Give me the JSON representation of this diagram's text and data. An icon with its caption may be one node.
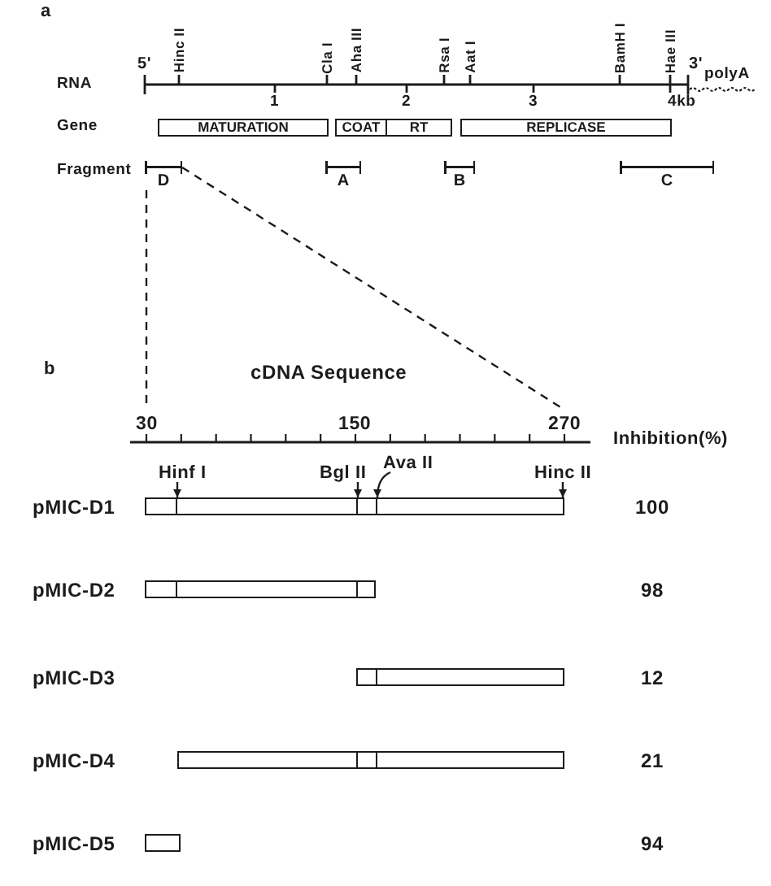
{
  "diagram": {
    "nodes": [
      {
        "text": [
          "MATURATION"
        ]
      },
      {
        "text": [
          "COAT"
        ]
      },
      {
        "text": [
          "RT"
        ]
      },
      {
        "text": [
          "REPLICASE"
        ]
      },
      {
        "text": [
          "D"
        ]
      },
      {
        "text": [
          "A"
        ]
      },
      {
        "text": [
          "B"
        ]
      },
      {
        "text": [
          "C"
        ]
      },
      {
        "text": [
          "30",
          "150",
          "270"
        ]
      },
      {
        "text": [
          "Hinf I"
        ]
      },
      {
        "text": [
          "Bgl II"
        ]
      },
      {
        "text": [
          "Ava II"
        ]
      },
      {
        "text": [
          "Hinc II"
        ]
      },
      {
        "text": [],
        "shape": "box",
        "beside": [
          "pMIC-D1"
        ]
      },
      {
        "text": [],
        "shape": "box",
        "beside": [
          "pMIC-D2"
        ]
      },
      {
        "text": [],
        "shape": "box"
      },
      {
        "text": [],
        "shape": "box",
        "beside": [
          "pMIC-D4"
        ]
      },
      {
        "text": [],
        "shape": "box",
        "beside": [
          "pMIC-D5"
        ]
      }
    ],
    "edges": [
      {
        "from": 4,
        "to": 8,
        "arrow": "none",
        "style": "dashed"
      },
      {
        "from": 4,
        "to": 8,
        "arrow": "none",
        "style": "dashed"
      },
      {
        "from": 9,
        "to": 13,
        "arrow": "to"
      },
      {
        "from": 10,
        "to": 13,
        "arrow": "to"
      },
      {
        "from": 11,
        "to": 13,
        "arrow": "to"
      },
      {
        "from": 12,
        "to": 13,
        "arrow": "to"
      }
    ],
    "labels": [
      "a",
      "5'",
      "Hinc II",
      "Cla I",
      "Aha III",
      "Rsa I",
      "Aat I",
      "BamH I",
      "Hae III",
      "3'",
      "RNA",
      "polyA",
      "1",
      "2",
      "3",
      "4kb",
      "Gene",
      "Fragment",
      "b",
      "cDNA Sequence",
      "Inhibition(%)",
      "100",
      "98",
      "pMIC-D3",
      "12",
      "21",
      "94"
    ]
  }
}
